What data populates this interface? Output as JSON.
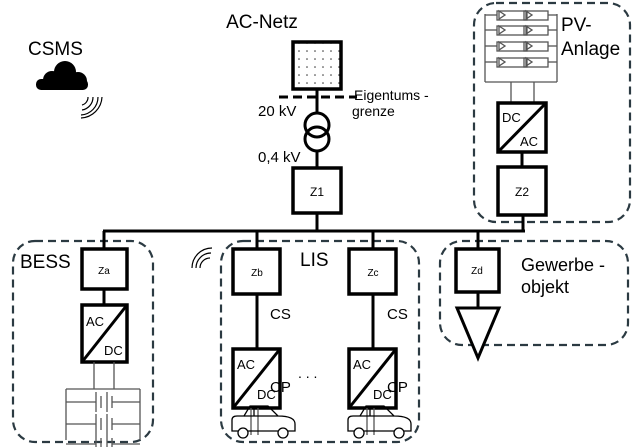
{
  "labels": {
    "ac_netz": "AC-Netz",
    "csms": "CSMS",
    "eigentum_line1": "Eigentums -",
    "eigentum_line2": "grenze",
    "hv": "20 kV",
    "lv": "0,4 kV",
    "z1": "Z1",
    "z2": "Z2",
    "za": "Za",
    "zb": "Zb",
    "zc": "Zc",
    "zd": "Zd",
    "pv_line1": "PV-",
    "pv_line2": "Anlage",
    "bess": "BESS",
    "lis": "LIS",
    "gewerbe_line1": "Gewerbe -",
    "gewerbe_line2": "objekt",
    "cs": "CS",
    "cp": "CP",
    "ac": "AC",
    "dc": "DC",
    "ellipsis": ". . ."
  },
  "colors": {
    "boundary": "#2b3a42",
    "lines": "#000000"
  }
}
